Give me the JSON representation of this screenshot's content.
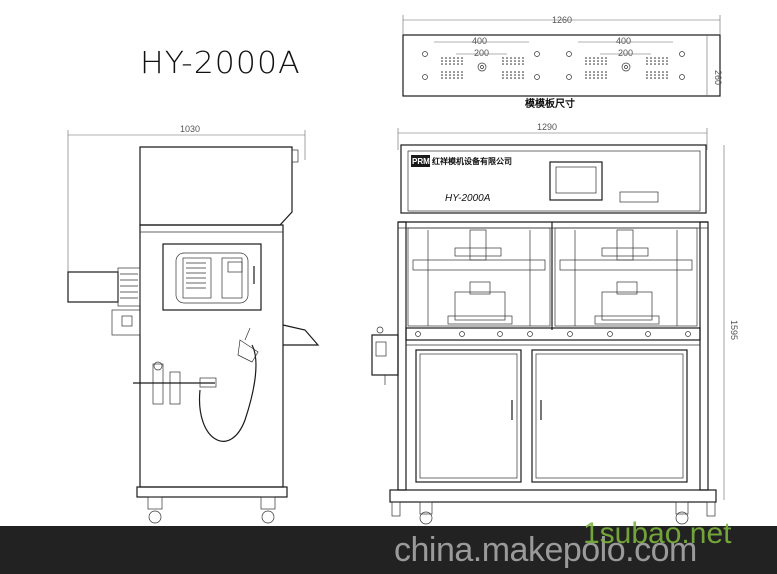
{
  "model": "HY-2000A",
  "plate": {
    "caption": "模模板尺寸",
    "width": "1260",
    "spacing_large": "400",
    "spacing_small": "200",
    "height": "260"
  },
  "side_view": {
    "width": "1030"
  },
  "front_view": {
    "width": "1290",
    "height": "1595",
    "brand_logo": "PRM",
    "company": "红祥模机设备有限公司",
    "panel_model": "HY-2000A"
  },
  "watermarks": {
    "left": "china.makepolo.com",
    "right": "1subao.net"
  },
  "colors": {
    "line": "#1a1a1a",
    "footer": "#222222",
    "watermark_gray": "#9a9a9a",
    "watermark_green": "#7bb33c"
  }
}
